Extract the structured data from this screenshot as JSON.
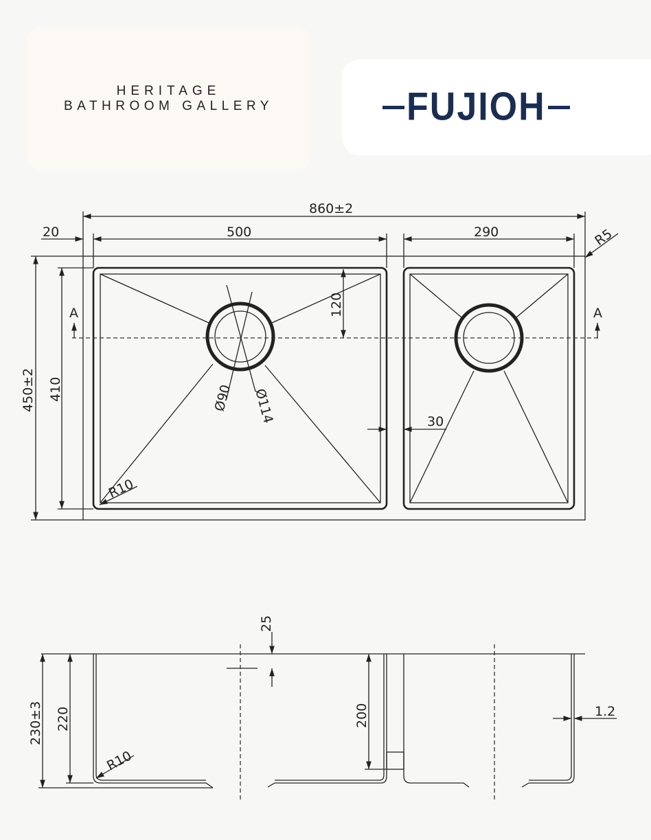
{
  "header": {
    "dealer_line1": "HERITAGE",
    "dealer_line2": "BATHROOM GALLERY",
    "brand_logo": "FUJIOH",
    "brand_color": "#1c2d52"
  },
  "top_view": {
    "overall_width": "860±2",
    "flange": "20",
    "left_bowl_width": "500",
    "right_bowl_width": "290",
    "corner_radius_outer": "R5",
    "overall_depth": "450±2",
    "bowl_depth": "410",
    "drain_offset": "120",
    "divider": "30",
    "drain_inner": "Ø90",
    "drain_outer": "Ø114",
    "corner_radius_inner": "R10",
    "section_mark_left": "A",
    "section_mark_right": "A"
  },
  "section_view": {
    "overall_height": "230±3",
    "bowl_height": "220",
    "small_bowl_height": "200",
    "rim_offset": "25",
    "thickness": "1.2",
    "corner_radius": "R10"
  }
}
